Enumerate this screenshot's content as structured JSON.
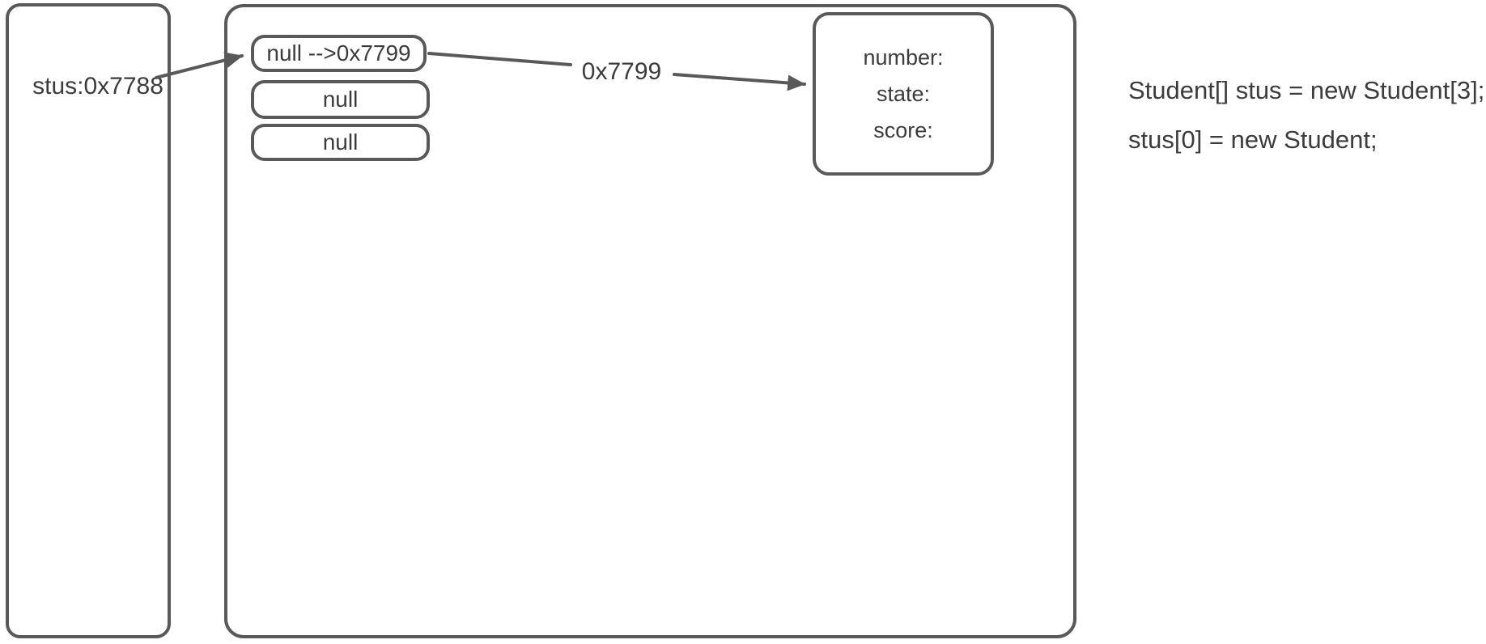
{
  "colors": {
    "border": "#595959",
    "text": "#3c3c3c",
    "background": "#ffffff"
  },
  "stack": {
    "variable_label": "stus:0x7788"
  },
  "heap": {
    "array_cells": [
      {
        "value": "null -->0x7799"
      },
      {
        "value": "null"
      },
      {
        "value": "null"
      }
    ],
    "object_box": {
      "fields": [
        {
          "label": "number:"
        },
        {
          "label": "state:"
        },
        {
          "label": "score:"
        }
      ]
    }
  },
  "arrow": {
    "reference_label": "0x7799"
  },
  "code": {
    "lines": [
      {
        "text": "Student[] stus = new Student[3];"
      },
      {
        "text": "stus[0] = new Student;"
      }
    ]
  }
}
